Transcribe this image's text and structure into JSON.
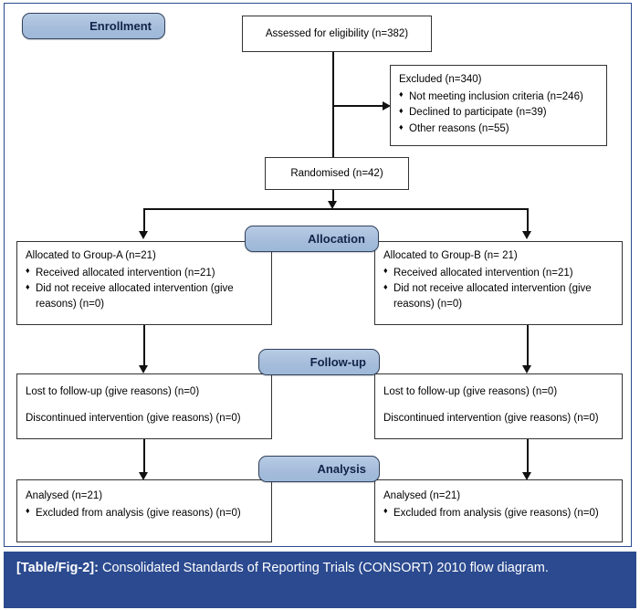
{
  "figure": {
    "caption_label": "[Table/Fig-2]:",
    "caption_text": "Consolidated Standards of Reporting Trials (CONSORT) 2010 flow diagram.",
    "frame_color": "#2b4a8f",
    "caption_bar_color": "#2b4a8f",
    "pill_fill_color": "#a6bddb",
    "pill_border_color": "#31415c",
    "box_border_color": "#333333"
  },
  "stages": [
    {
      "id": "enrollment",
      "label": "Enrollment"
    },
    {
      "id": "allocation",
      "label": "Allocation"
    },
    {
      "id": "followup",
      "label": "Follow-up"
    },
    {
      "id": "analysis",
      "label": "Analysis"
    }
  ],
  "enrollment": {
    "assessed": {
      "text": "Assessed for eligibility (n=382)"
    },
    "excluded": {
      "title": "Excluded (n=340)",
      "items": [
        "Not meeting inclusion criteria (n=246)",
        "Declined to participate (n=39)",
        "Other reasons (n=55)"
      ]
    },
    "randomised": {
      "text": "Randomised (n=42)"
    }
  },
  "allocation": {
    "left": {
      "title": "Allocated to Group-A (n=21)",
      "items": [
        "Received allocated intervention (n=21)",
        "Did not receive allocated intervention (give reasons) (n=0)"
      ]
    },
    "right": {
      "title": "Allocated to Group-B (n= 21)",
      "items": [
        "Received allocated intervention (n=21)",
        "Did not receive allocated intervention (give reasons) (n=0)"
      ]
    }
  },
  "followup": {
    "left": {
      "line1": "Lost to follow-up (give reasons) (n=0)",
      "line2": "Discontinued intervention (give reasons) (n=0)"
    },
    "right": {
      "line1": "Lost to follow-up (give reasons) (n=0)",
      "line2": "Discontinued intervention (give reasons) (n=0)"
    }
  },
  "analysis": {
    "left": {
      "title": "Analysed (n=21)",
      "items": [
        "Excluded from analysis (give reasons) (n=0)"
      ]
    },
    "right": {
      "title": "Analysed (n=21)",
      "items": [
        "Excluded from analysis (give reasons) (n=0)"
      ]
    }
  }
}
